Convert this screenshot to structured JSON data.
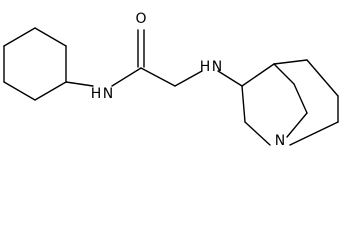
{
  "molecule": {
    "atoms": {
      "oxygen": "O",
      "amide_nitrogen": "H",
      "amide_nitrogen_symbol": "N",
      "amine_nitrogen": "H",
      "amine_nitrogen_symbol": "N",
      "bridgehead_nitrogen": "N"
    },
    "colors": {
      "bond": "#000000",
      "background": "#ffffff"
    }
  }
}
